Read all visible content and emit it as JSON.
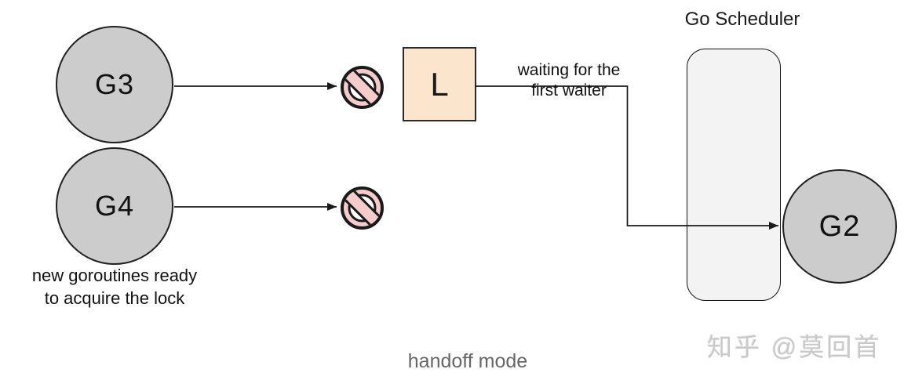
{
  "diagram": {
    "caption": "handoff mode",
    "watermark": "知乎 @莫回首",
    "nodes": {
      "g3": {
        "label": "G3"
      },
      "g4": {
        "label": "G4"
      },
      "g2": {
        "label": "G2"
      },
      "lock": {
        "label": "L"
      }
    },
    "labels": {
      "scheduler": "Go Scheduler",
      "waiting": "waiting for the\nfirst waiter",
      "new_goroutines": "new goroutines ready\nto acquire the lock"
    },
    "icons": {
      "blocked": "no-entry-icon"
    },
    "colors": {
      "goroutine_fill": "#cccccc",
      "lock_fill": "#fce5cd",
      "scheduler_fill": "#f3f3f3",
      "no_entry_fill": "#f4cccc",
      "line": "#1a1a1a",
      "caption_text": "#666666",
      "watermark_text": "#c9c9c9"
    }
  }
}
